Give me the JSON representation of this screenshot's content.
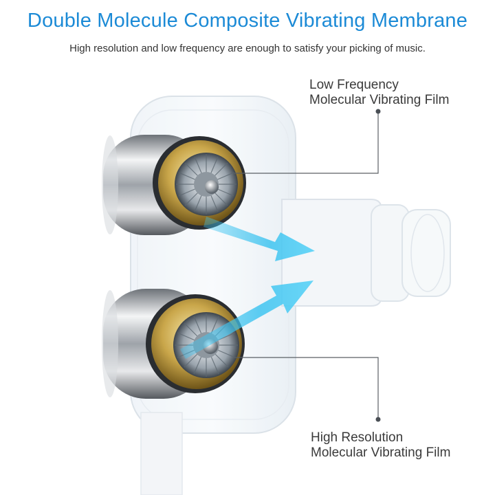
{
  "header": {
    "title": "Double Molecule Composite Vibrating Membrane",
    "subtitle": "High resolution and low frequency are enough to satisfy your picking of music."
  },
  "callouts": {
    "low_frequency": {
      "line1": "Low Frequency",
      "line2": "Molecular Vibrating Film"
    },
    "high_resolution": {
      "line1": "High Resolution",
      "line2": "Molecular Vibrating Film"
    }
  },
  "colors": {
    "title": "#1b8ad6",
    "arrow": "#3fc4f0",
    "gold": "#c9a64a",
    "chrome": "#b8bcc2"
  }
}
